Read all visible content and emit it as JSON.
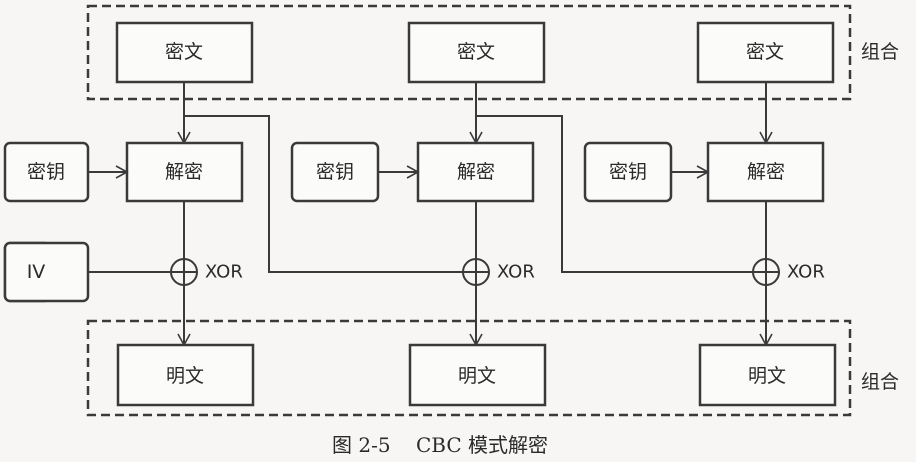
{
  "diagram": {
    "ciphertext_label": "密文",
    "key_label": "密钥",
    "decrypt_label": "解密",
    "iv_label": "IV",
    "xor_label": "XOR",
    "plaintext_label": "明文",
    "group_label": "组合",
    "caption": "图 2-5    CBC 模式解密"
  }
}
